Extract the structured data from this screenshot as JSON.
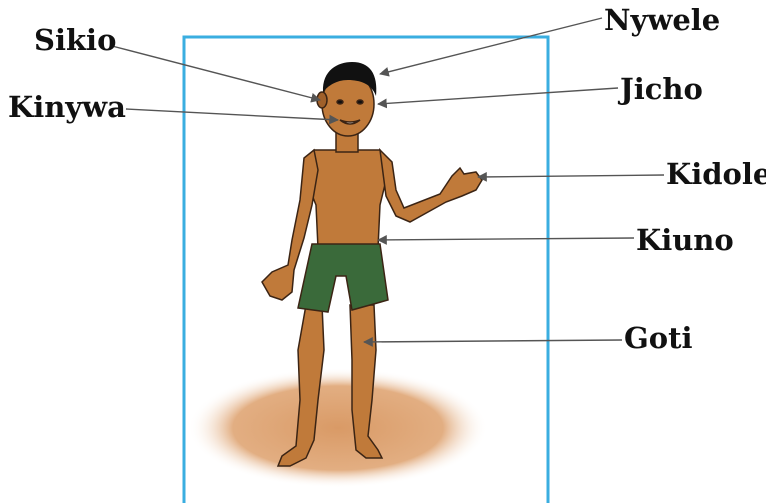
{
  "labels": {
    "sikio": "Sikio",
    "kinywa": "Kinywa",
    "nywele": "Nywele",
    "jicho": "Jicho",
    "kidole": "Kidole",
    "kiuno": "Kiuno",
    "goti": "Goti"
  },
  "colors": {
    "frame": "#3aaee0",
    "skin": "#c07a3a",
    "skin_shade": "#a0602a",
    "shorts": "#3a6a3a",
    "hair": "#111111",
    "ground": "#d99a66",
    "pointer": "#555555"
  }
}
